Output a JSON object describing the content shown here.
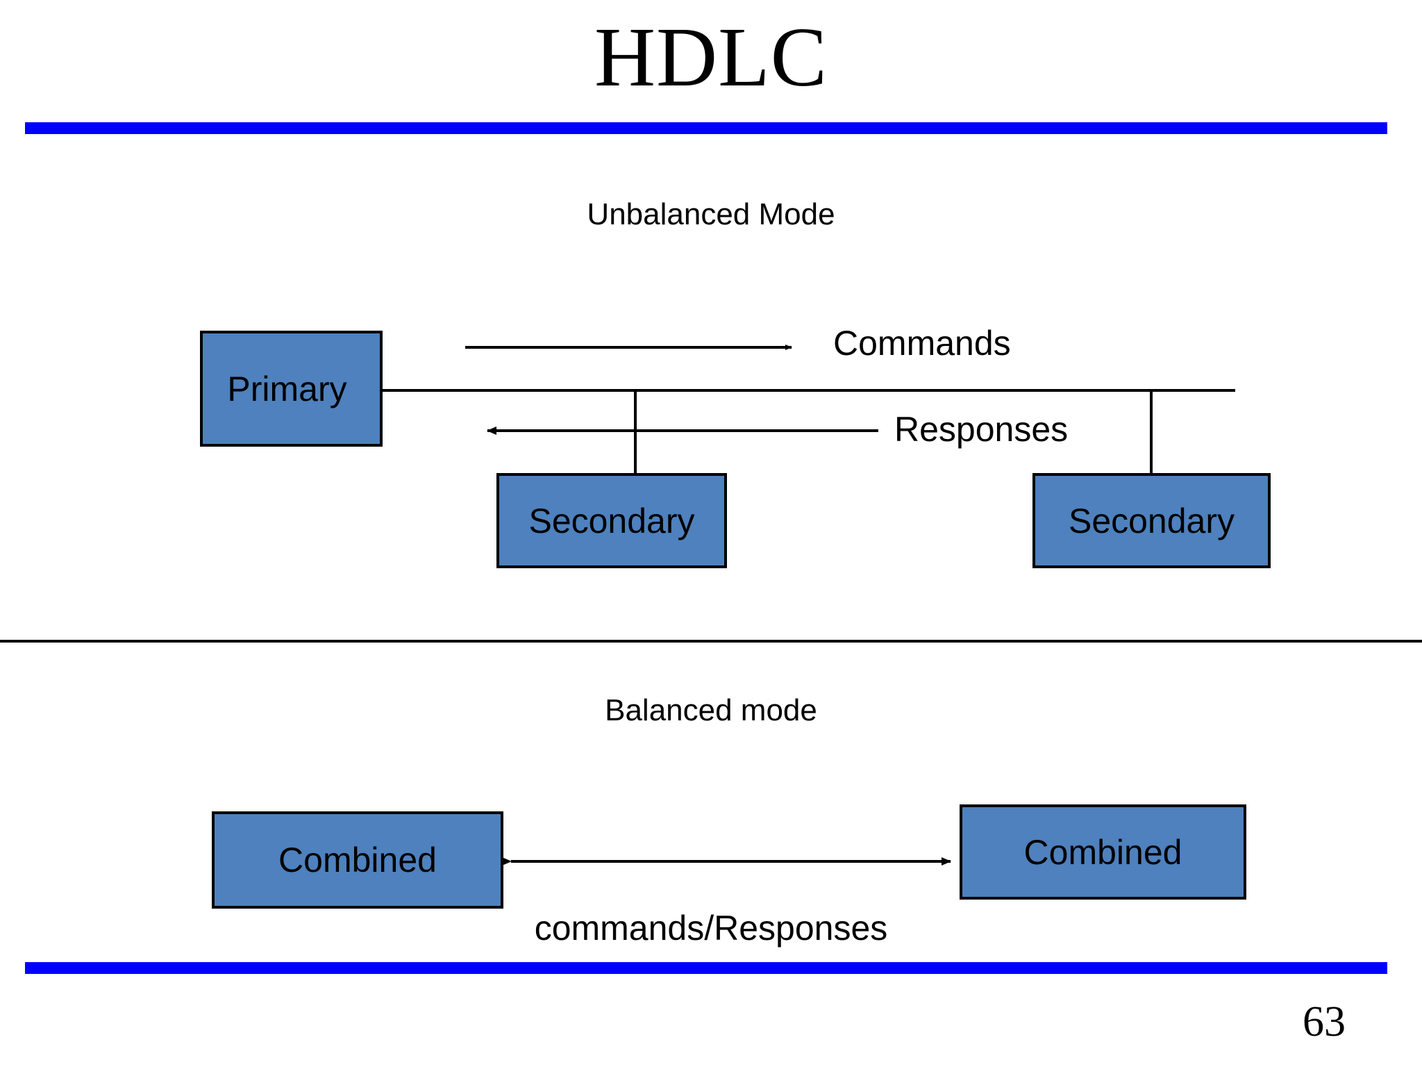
{
  "slide": {
    "title": "HDLC",
    "page_number": "63",
    "accent_color": "#0000FF",
    "node_fill_color": "#4E81BD",
    "node_border_color": "#000000",
    "background_color": "#FFFFFF"
  },
  "sections": {
    "unbalanced": {
      "heading": "Unbalanced Mode",
      "nodes": {
        "primary": "Primary",
        "secondary_1": "Secondary",
        "secondary_2": "Secondary"
      },
      "edges": {
        "commands": "Commands",
        "responses": "Responses"
      }
    },
    "balanced": {
      "heading": "Balanced mode",
      "nodes": {
        "combined_left": "Combined",
        "combined_right": "Combined"
      },
      "edges": {
        "bidirectional": "commands/Responses"
      }
    }
  }
}
